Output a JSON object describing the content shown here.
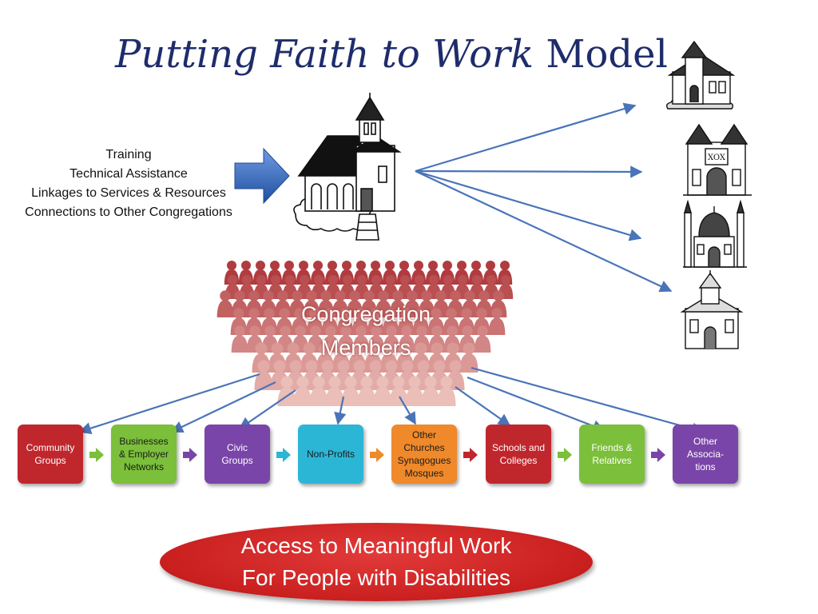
{
  "title": {
    "italic": "Putting Faith to Work",
    "plain": " Model"
  },
  "supports": {
    "lines": [
      "Training",
      "Technical Assistance",
      "Linkages to Services & Resources",
      "Connections to Other Congregations"
    ]
  },
  "center": {
    "line1": "Congregation",
    "line2": "Members"
  },
  "networks": [
    {
      "lines": [
        "Community",
        "Groups"
      ],
      "color": "#c0272d",
      "icon": "none"
    },
    {
      "lines": [
        "Businesses",
        "& Employer",
        "Networks"
      ],
      "color": "#7bbf3a",
      "icon": "none"
    },
    {
      "lines": [
        "Civic",
        "Groups"
      ],
      "color": "#7a45a8",
      "icon": "none"
    },
    {
      "lines": [
        "Non-Profits"
      ],
      "color": "#2bb6d6",
      "icon": "none"
    },
    {
      "lines": [
        "Other",
        "Churches",
        "Synagogues",
        "Mosques"
      ],
      "color": "#f0892a",
      "icon": "none"
    },
    {
      "lines": [
        "Schools and",
        "Colleges"
      ],
      "color": "#c0272d",
      "icon": "none"
    },
    {
      "lines": [
        "Friends &",
        "Relatives"
      ],
      "color": "#7bbf3a",
      "icon": "none"
    },
    {
      "lines": [
        "Other",
        "Associa-",
        "tions"
      ],
      "color": "#7a45a8",
      "icon": "none"
    }
  ],
  "outcome": {
    "line1": "Access to Meaningful Work",
    "line2": "For People with Disabilities"
  },
  "other_congregations": [
    "church-icon",
    "synagogue-icon",
    "mosque-icon",
    "chapel-icon"
  ],
  "colors": {
    "arrow": "#4a74b8",
    "crowd": "#c9696b",
    "block_arrow": "#2f63b5",
    "outcome": "#cc2222"
  }
}
